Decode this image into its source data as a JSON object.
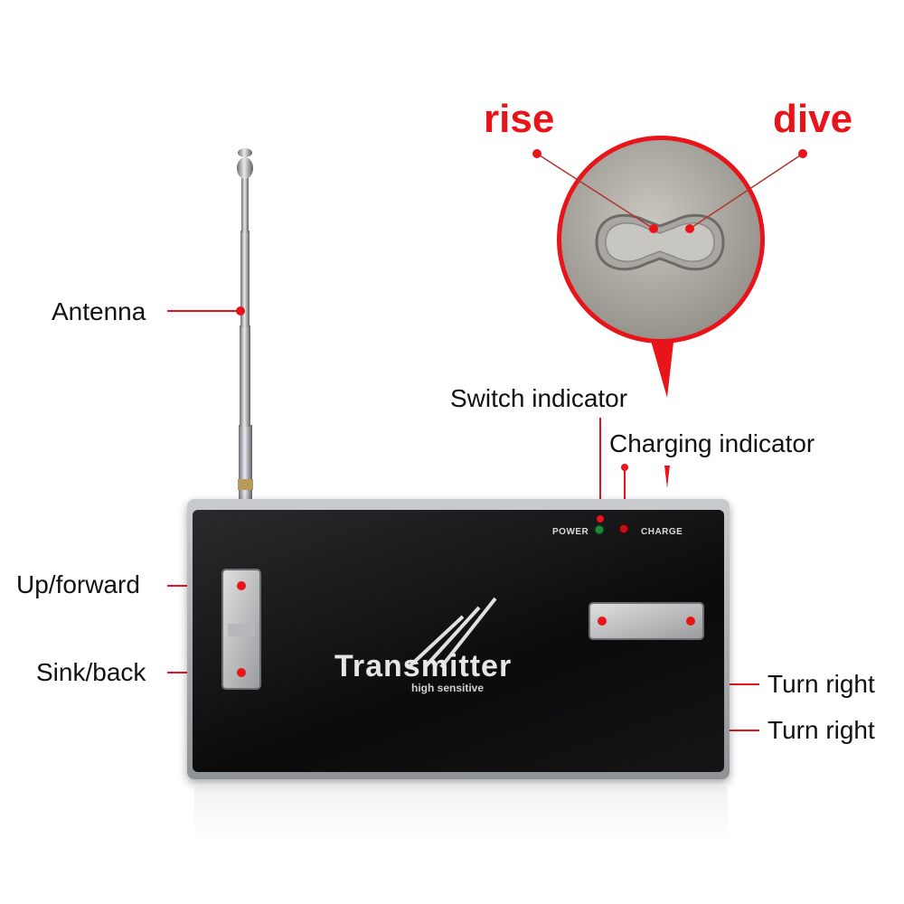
{
  "callouts": {
    "rise": "rise",
    "dive": "dive",
    "antenna": "Antenna",
    "switch_indicator": "Switch indicator",
    "charging_indicator": "Charging indicator",
    "up_forward": "Up/forward",
    "sink_back": "Sink/back",
    "turn_right_1": "Turn right",
    "turn_right_2": "Turn right"
  },
  "device": {
    "power_label": "POWER",
    "charge_label": "CHARGE",
    "brand": "Transmitter",
    "tagline": "high sensitive"
  },
  "colors": {
    "callout": "#e8141a",
    "power_led": "#1f8a3a",
    "charge_led": "#c0121a"
  }
}
